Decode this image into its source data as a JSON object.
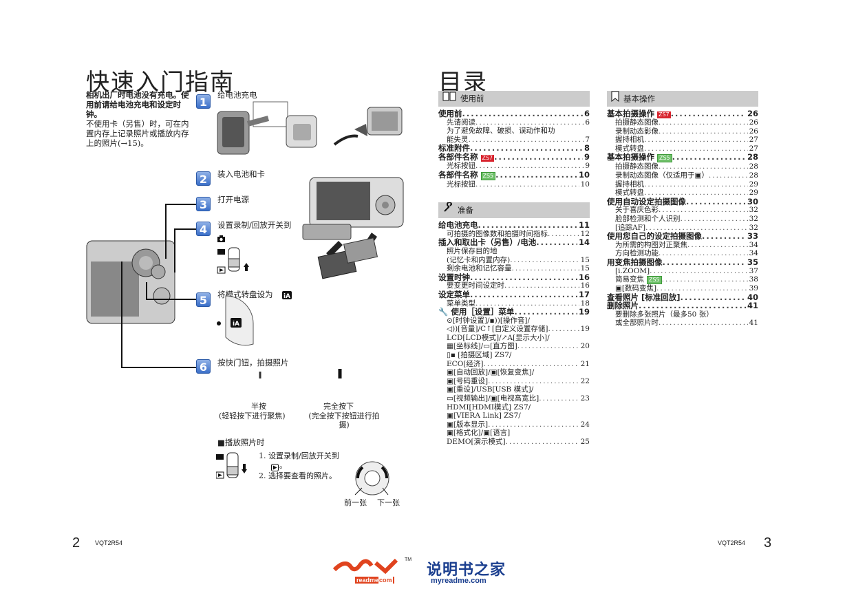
{
  "left": {
    "title": "快速入门指南",
    "intro_bold": "相机出厂时电池没有充电。使用前请给电池充电和设定时钟。",
    "intro_normal": "不使用卡（另售）时，可在内置内存上记录照片或播放内存上的照片(→15)。",
    "steps": [
      {
        "num": "1",
        "label": "给电池充电"
      },
      {
        "num": "2",
        "label": "装入电池和卡"
      },
      {
        "num": "3",
        "label": "打开电源"
      },
      {
        "num": "4",
        "label": "设置录制/回放开关到"
      },
      {
        "num": "5",
        "label": "将模式转盘设为"
      },
      {
        "num": "6",
        "label": "按快门钮，拍摄照片"
      }
    ],
    "half_press": "半按",
    "half_press_desc": "(轻轻按下进行聚焦)",
    "full_press": "完全按下",
    "full_press_desc": "(完全按下按钮进行拍摄)",
    "playback_title": "■播放照片时",
    "playback_step1": "1. 设置录制/回放开关到",
    "playback_step1b": "。",
    "playback_step2": "2. 选择要查看的照片。",
    "prev": "前一张",
    "next": "下一张",
    "page_num": "2",
    "code": "VQT2R54"
  },
  "right": {
    "title": "目录",
    "page_num": "3",
    "code": "VQT2R54",
    "col1": {
      "sections": [
        {
          "header": "使用前",
          "icon": "book-icon",
          "entries": [
            {
              "t": "使用前",
              "p": "6",
              "k": "main"
            },
            {
              "t": "先请阅读",
              "p": "6",
              "k": "sub"
            },
            {
              "t": "为了避免故障、破损、误动作和功",
              "p": "",
              "k": "sub2"
            },
            {
              "t": "能失灵",
              "p": "7",
              "k": "sub"
            },
            {
              "t": "标准附件",
              "p": "8",
              "k": "main"
            },
            {
              "t": "各部件名称",
              "p": "9",
              "k": "main",
              "badge": "ZS7",
              "bc": "r"
            },
            {
              "t": "光标按钮",
              "p": "9",
              "k": "sub"
            },
            {
              "t": "各部件名称",
              "p": "10",
              "k": "main",
              "badge": "ZS5",
              "bc": "g"
            },
            {
              "t": "光标按钮",
              "p": "10",
              "k": "sub"
            }
          ]
        },
        {
          "header": "准备",
          "icon": "wrench-icon",
          "entries": [
            {
              "t": "给电池充电",
              "p": "11",
              "k": "main"
            },
            {
              "t": "可拍摄的图像数和拍摄时间指标",
              "p": "12",
              "k": "sub"
            },
            {
              "t": "插入和取出卡（另售）/电池",
              "p": "14",
              "k": "main"
            },
            {
              "t": "照片保存目的地",
              "p": "",
              "k": "sub2"
            },
            {
              "t": "(记忆卡和内置内存)",
              "p": "15",
              "k": "sub"
            },
            {
              "t": "剩余电池和记忆容量",
              "p": "15",
              "k": "sub"
            },
            {
              "t": "设置时钟",
              "p": "16",
              "k": "main"
            },
            {
              "t": "要变更时间设定时",
              "p": "16",
              "k": "sub"
            },
            {
              "t": "设定菜单",
              "p": "17",
              "k": "main"
            },
            {
              "t": "菜单类型",
              "p": "18",
              "k": "sub"
            },
            {
              "t": "使用［设置］菜单",
              "p": "19",
              "k": "main",
              "pre": "🔧 "
            },
            {
              "t": "⊙[时钟设置]/▪))[操作音]/",
              "p": "",
              "k": "sub2"
            },
            {
              "t": "◁))[音量]/C↑[自定义设置存储]",
              "p": "19",
              "k": "sub"
            },
            {
              "t": "LCD[LCD模式]/↗A[显示大小]/",
              "p": "",
              "k": "sub2"
            },
            {
              "t": "▦[坐标线]/▭[直方图]",
              "p": "20",
              "k": "sub"
            },
            {
              "t": "▯▪ [拍摄区域] ZS7/",
              "p": "",
              "k": "sub2"
            },
            {
              "t": "ECO[经济]",
              "p": "21",
              "k": "sub"
            },
            {
              "t": "▣[自动回放]/▣[恢复变焦]/",
              "p": "",
              "k": "sub2"
            },
            {
              "t": "▣[号码重设]",
              "p": "22",
              "k": "sub"
            },
            {
              "t": "▣[重设]/USB[USB 模式]/",
              "p": "",
              "k": "sub2"
            },
            {
              "t": "▭[视频输出]/▣[电视高宽比]",
              "p": "23",
              "k": "sub"
            },
            {
              "t": "HDMI[HDMI模式] ZS7/",
              "p": "",
              "k": "sub2"
            },
            {
              "t": "▣[VIERA Link] ZS7/",
              "p": "",
              "k": "sub2"
            },
            {
              "t": "▣[版本显示]",
              "p": "24",
              "k": "sub"
            },
            {
              "t": "▣[格式化]/▣[语言]",
              "p": "",
              "k": "sub2"
            },
            {
              "t": "DEMO[演示模式]",
              "p": "25",
              "k": "sub"
            }
          ]
        }
      ]
    },
    "col2": {
      "header": "基本操作",
      "icon": "bookmark-icon",
      "entries": [
        {
          "t": "基本拍摄操作",
          "p": "26",
          "k": "main",
          "badge": "ZS7",
          "bc": "r"
        },
        {
          "t": "拍摄静态图像",
          "p": "26",
          "k": "sub"
        },
        {
          "t": "录制动态影像",
          "p": "26",
          "k": "sub"
        },
        {
          "t": "握持相机",
          "p": "27",
          "k": "sub"
        },
        {
          "t": "模式转盘",
          "p": "27",
          "k": "sub"
        },
        {
          "t": "基本拍摄操作",
          "p": "28",
          "k": "main",
          "badge": "ZS5",
          "bc": "g"
        },
        {
          "t": "拍摄静态图像",
          "p": "28",
          "k": "sub"
        },
        {
          "t": "录制动态图像（仅适用于▣）",
          "p": "28",
          "k": "sub"
        },
        {
          "t": "握持相机",
          "p": "29",
          "k": "sub"
        },
        {
          "t": "模式转盘",
          "p": "29",
          "k": "sub"
        },
        {
          "t": "使用自动设定拍摄图像",
          "p": "30",
          "k": "main"
        },
        {
          "t": "关于喜庆色彩",
          "p": "32",
          "k": "sub"
        },
        {
          "t": "脸部检测和个人识别",
          "p": "32",
          "k": "sub"
        },
        {
          "t": "[追踪AF]",
          "p": "32",
          "k": "sub"
        },
        {
          "t": "使用您自己的设定拍摄图像",
          "p": "33",
          "k": "main"
        },
        {
          "t": "为所需的构图对正聚焦",
          "p": "34",
          "k": "sub"
        },
        {
          "t": "方向检测功能",
          "p": "34",
          "k": "sub"
        },
        {
          "t": "用变焦拍摄图像",
          "p": "35",
          "k": "main"
        },
        {
          "t": "[i.ZOOM]",
          "p": "37",
          "k": "sub"
        },
        {
          "t": "简易变焦",
          "p": "38",
          "k": "sub",
          "badge": "ZS5",
          "bc": "g"
        },
        {
          "t": "▣[数码变焦]",
          "p": "39",
          "k": "sub"
        },
        {
          "t": "查看照片 [标准回放]",
          "p": "40",
          "k": "main"
        },
        {
          "t": "删除照片",
          "p": "41",
          "k": "main"
        },
        {
          "t": "要删除多张照片（最多50 张）",
          "p": "",
          "k": "sub2"
        },
        {
          "t": "或全部照片时",
          "p": "41",
          "k": "sub"
        }
      ]
    }
  },
  "footer": {
    "logo_text": "说明书之家",
    "logo_url_text": "myreadme.com",
    "logo_badge": "readme",
    "logo_badge2": "com",
    "tm": "TM"
  }
}
